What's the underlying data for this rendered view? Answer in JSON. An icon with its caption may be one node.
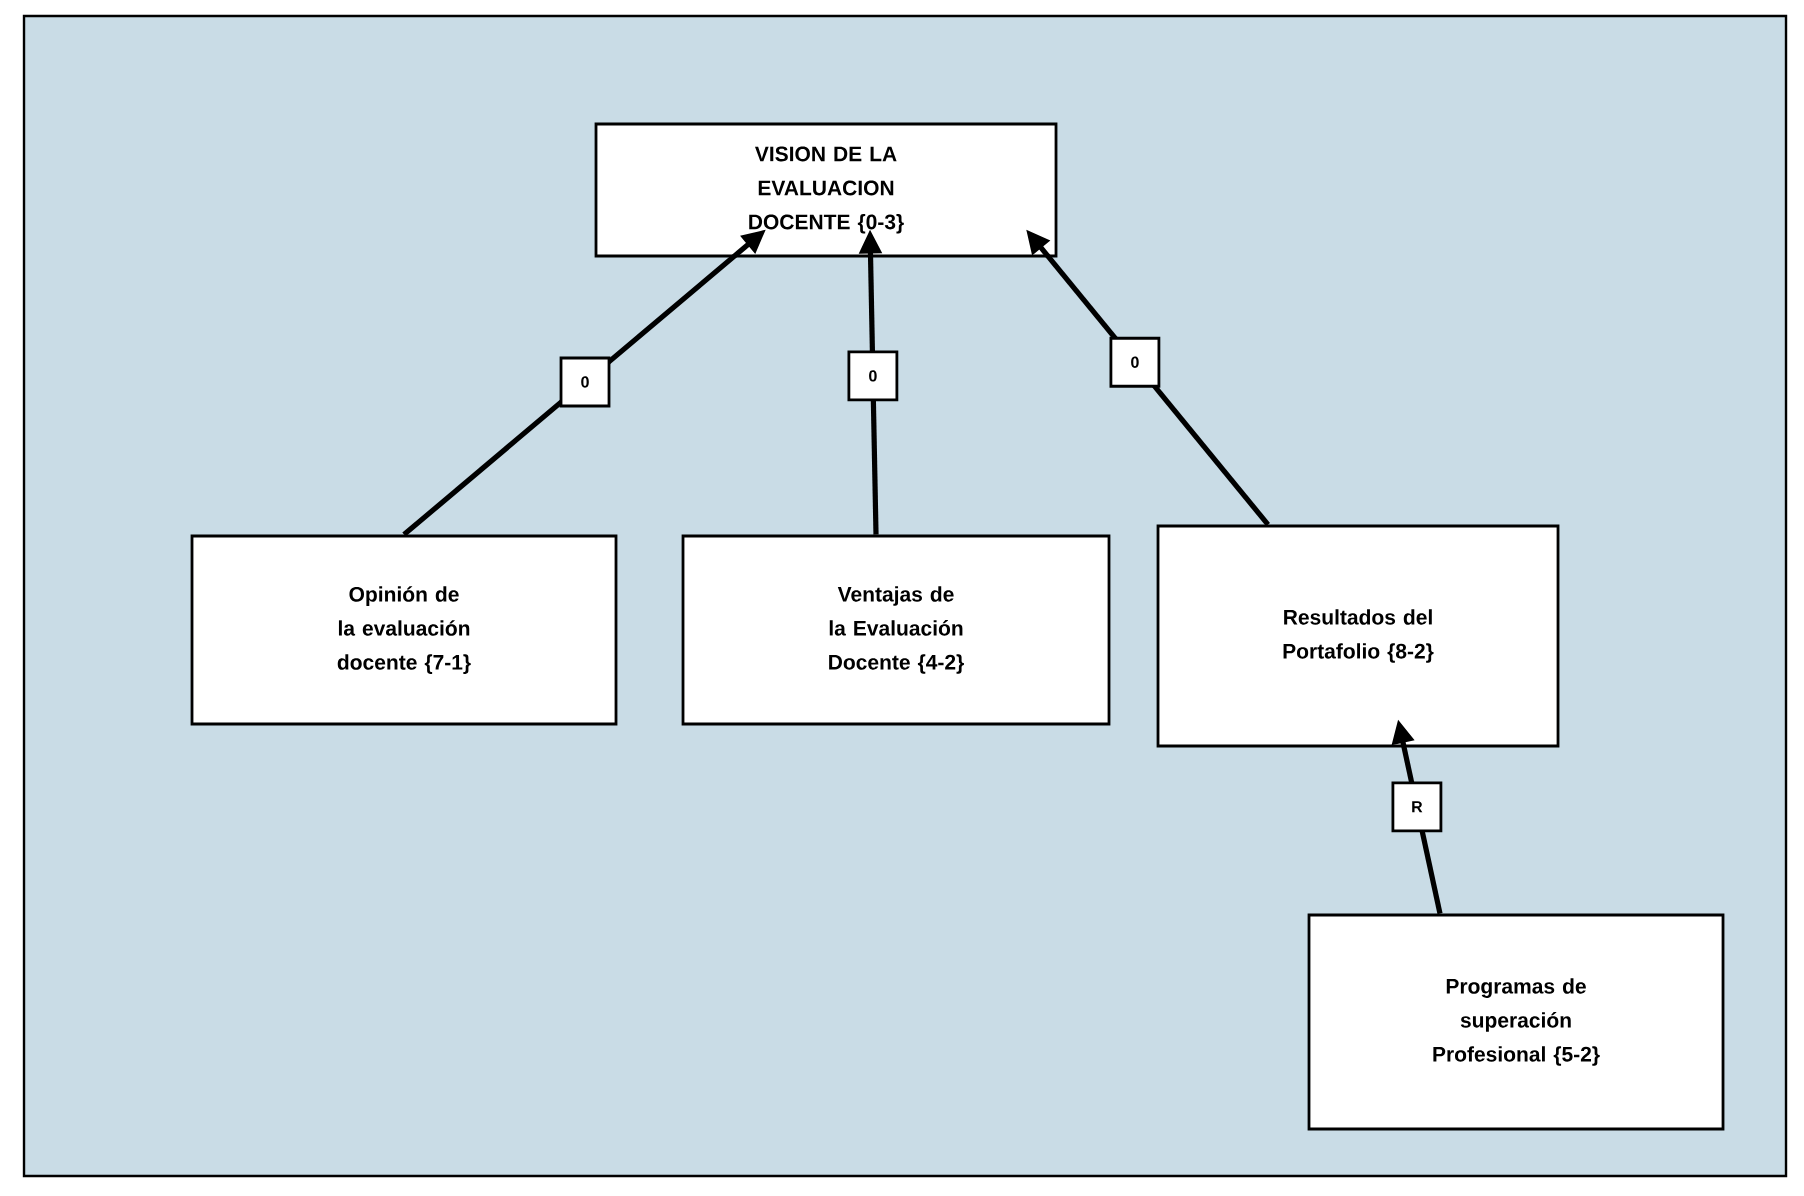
{
  "diagram": {
    "nodes": [
      {
        "text": [
          "VISION DE LA EVALUACION DOCENTE {0-3}"
        ]
      },
      {
        "text": [
          "Opinión de la evaluación docente {7-1}"
        ]
      },
      {
        "text": [
          "Ventajas de la Evaluación Docente {4-2}"
        ]
      },
      {
        "text": [
          "Resultados del Portafolio {8-2}"
        ]
      },
      {
        "text": [
          "Programas de superación Profesional {5-2}"
        ]
      }
    ],
    "edges": [
      {
        "from": 1,
        "to": 0,
        "arrow": "to",
        "label": "0"
      },
      {
        "from": 2,
        "to": 0,
        "arrow": "to",
        "label": "0"
      },
      {
        "from": 3,
        "to": 0,
        "arrow": "to",
        "label": "0"
      },
      {
        "from": 4,
        "to": 3,
        "arrow": "to",
        "label": "R"
      }
    ]
  }
}
